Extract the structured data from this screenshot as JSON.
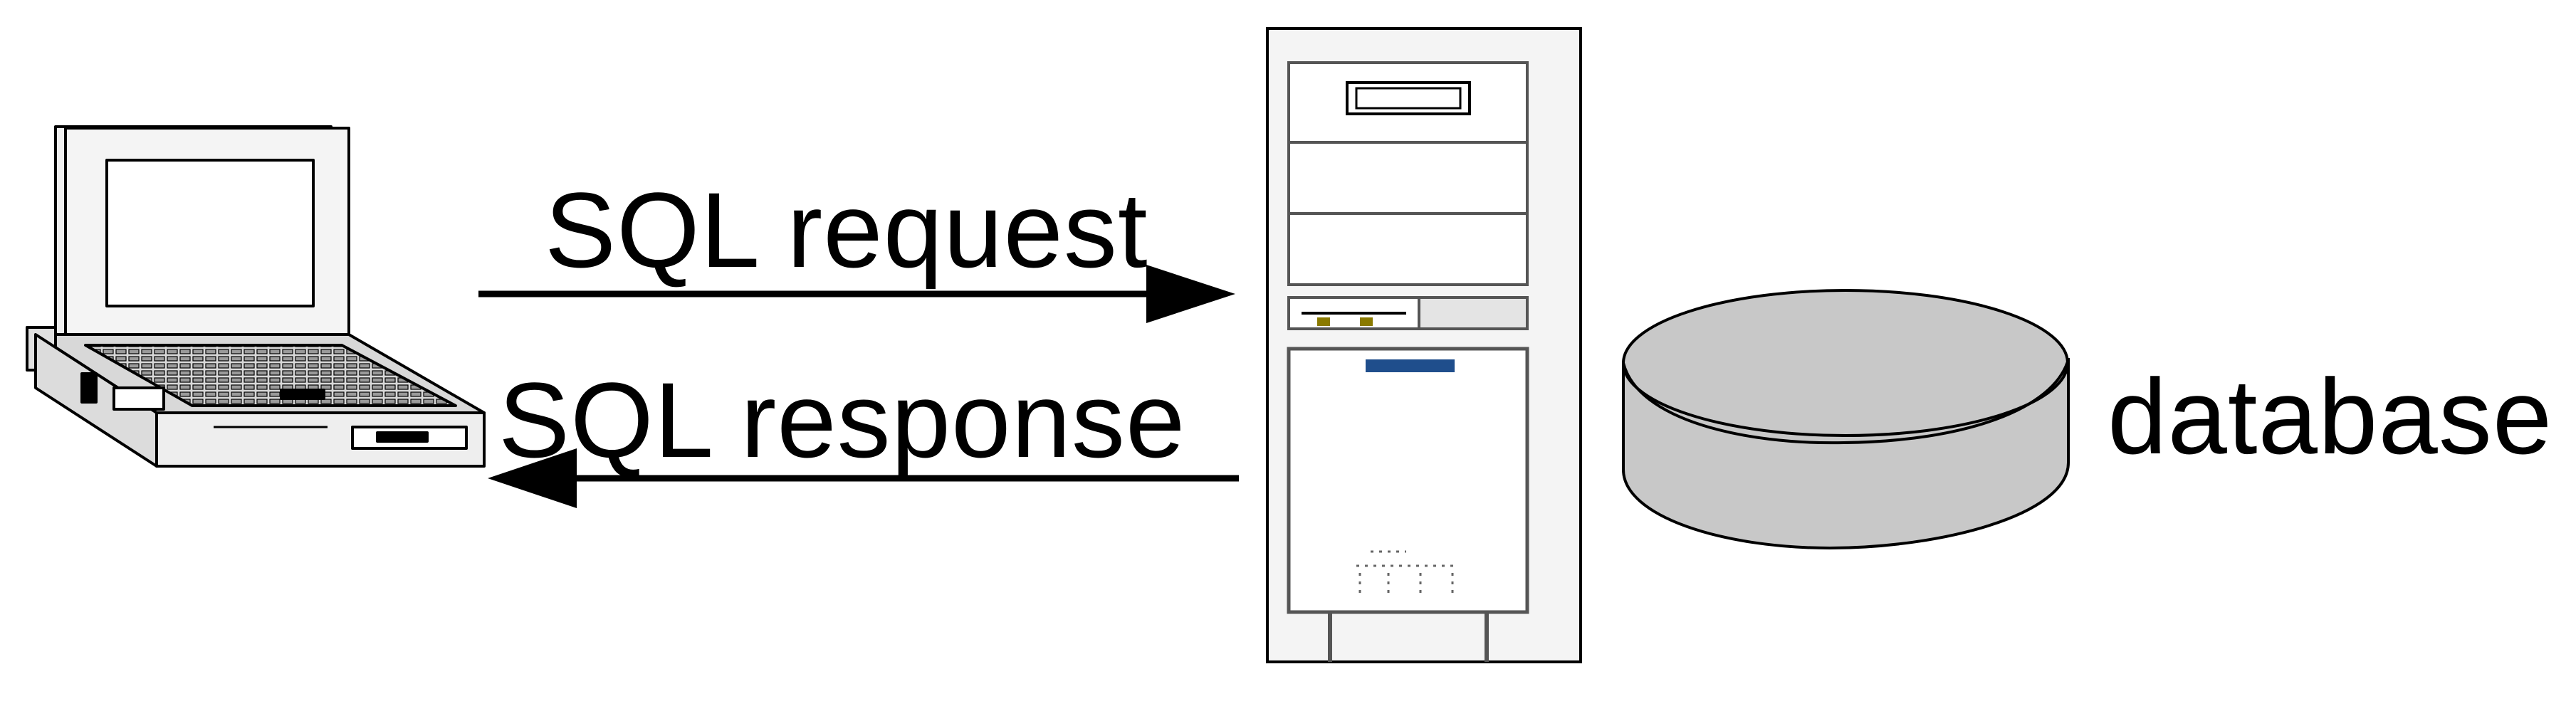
{
  "diagram": {
    "labels": {
      "request": "SQL request",
      "response": "SQL response",
      "database": "database"
    },
    "colors": {
      "line": "#000000",
      "device_fill": "#f2f2f2",
      "database_fill": "#c8c8c8",
      "server_accent": "#1f4e8c"
    },
    "icons": {
      "client": "laptop-icon",
      "server": "server-tower-icon",
      "storage": "database-cylinder-icon"
    },
    "edges": [
      {
        "from": "client",
        "to": "server",
        "label": "SQL request"
      },
      {
        "from": "server",
        "to": "client",
        "label": "SQL response"
      }
    ]
  }
}
